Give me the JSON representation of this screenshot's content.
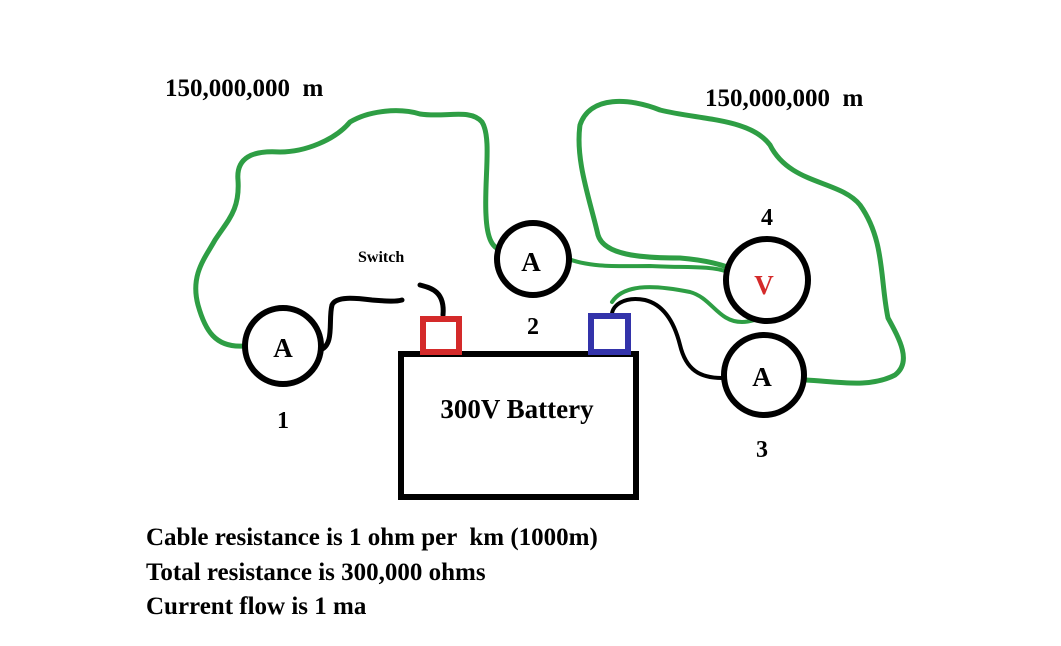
{
  "lengths": {
    "left": "150,000,000  m",
    "right": "150,000,000  m"
  },
  "switch_label": "Switch",
  "battery_label": "300V Battery",
  "meters": [
    {
      "id": "1",
      "symbol": "A",
      "number": "1"
    },
    {
      "id": "2",
      "symbol": "A",
      "number": "2"
    },
    {
      "id": "3",
      "symbol": "A",
      "number": "3"
    },
    {
      "id": "4",
      "symbol": "V",
      "number": "4"
    }
  ],
  "notes": [
    "Cable resistance is 1 ohm per  km (1000m)",
    "Total resistance is 300,000 ohms",
    "Current flow is 1 ma"
  ],
  "colors": {
    "long_cable": "#2e9e44",
    "short_wire": "#000000",
    "positive_terminal": "#d42a2a",
    "negative_terminal": "#3333aa",
    "voltmeter_symbol": "#d42a2a"
  }
}
